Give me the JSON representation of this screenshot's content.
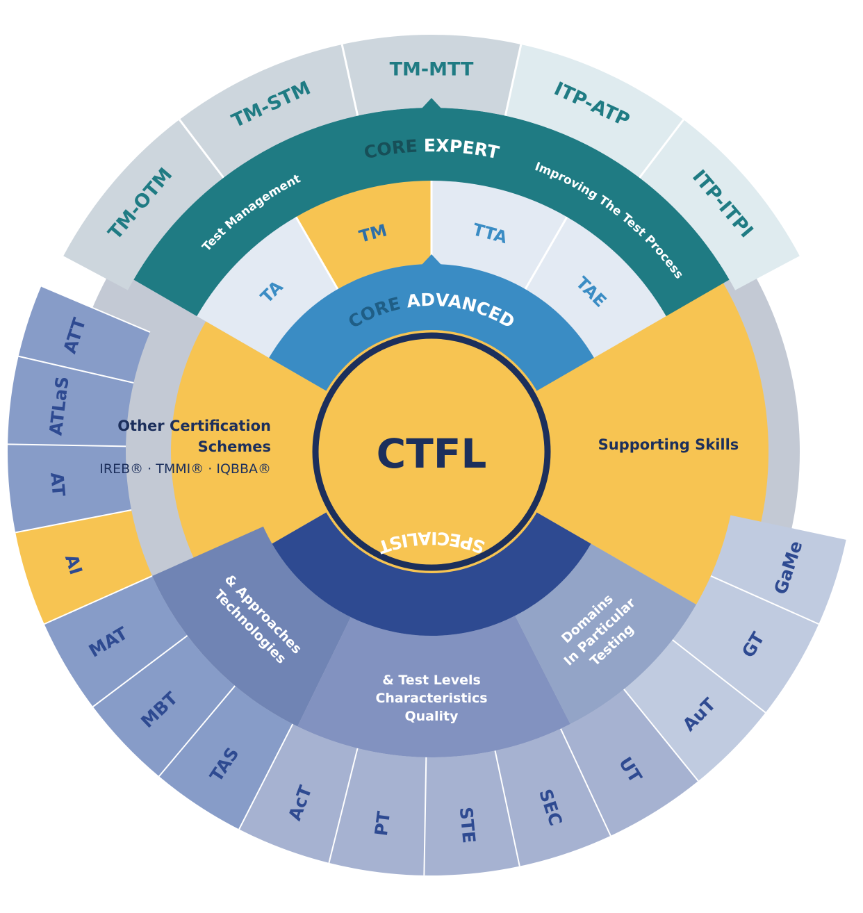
{
  "center": {
    "label": "CTFL"
  },
  "core_advanced": {
    "prefix": "CORE",
    "label": "ADVANCED"
  },
  "core_expert": {
    "prefix": "CORE",
    "label": "EXPERT"
  },
  "specialist": {
    "label": "SPECIALIST"
  },
  "advanced_modules": [
    {
      "code": "TA",
      "fill": "light"
    },
    {
      "code": "TM",
      "fill": "yellow"
    },
    {
      "code": "TTA",
      "fill": "light"
    },
    {
      "code": "TAE",
      "fill": "light"
    }
  ],
  "expert_groups": {
    "left": "Test Management",
    "right": "Improving The Test Process"
  },
  "expert_modules": [
    "TM-OTM",
    "TM-STM",
    "TM-MTT",
    "ITP-ATP",
    "ITP-ITPI"
  ],
  "other_certification": {
    "title_line1": "Other Certification",
    "title_line2": "Schemes",
    "subtitle": "IREB® · TMMI® · IQBBA®"
  },
  "supporting_skills": {
    "label": "Supporting Skills"
  },
  "specialist_groups": {
    "technologies": [
      "Technologies",
      "& Approaches"
    ],
    "quality": [
      "Quality",
      "Characteristics",
      "& Test Levels"
    ],
    "domains": [
      "Testing",
      "In Particular",
      "Domains"
    ]
  },
  "specialist_modules": {
    "technologies": [
      "ATT",
      "ATLaS",
      "AT",
      "AI",
      "MAT",
      "MBT",
      "TAS"
    ],
    "quality": [
      "AcT",
      "PT",
      "STE",
      "SEC",
      "UT"
    ],
    "domains": [
      "AuT",
      "GT",
      "GaMe"
    ]
  },
  "highlighted_module": "AI",
  "colors": {
    "yellow": "#F7C452",
    "navy": "#1C2F5C",
    "core_advanced": "#3A8CC4",
    "core_expert": "#1F7B83",
    "specialist": "#2E4A91",
    "ring_gray": "#C3C9D4",
    "advanced_light": "#E3EAF3",
    "expert_outer_a": "#CDD6DD",
    "expert_outer_b": "#DFEBEF",
    "tech_group": "#7084B4",
    "quality_group": "#8292C0",
    "domain_group": "#93A4C7",
    "tech_outer": "#879CC8",
    "quality_outer": "#A6B2D1",
    "domain_outer": "#C0CBE0",
    "module_text_blue": "#2E4A91",
    "module_text_teal": "#1F7B83",
    "module_text_light": "#3A8CC4"
  }
}
